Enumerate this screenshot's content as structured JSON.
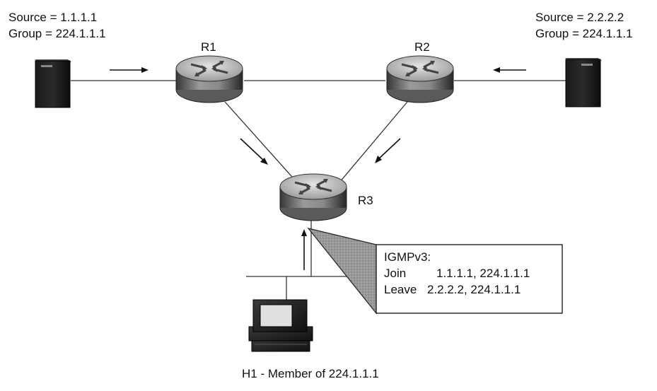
{
  "sources": {
    "left": {
      "source_line": "Source = 1.1.1.1",
      "group_line": "Group = 224.1.1.1"
    },
    "right": {
      "source_line": "Source = 2.2.2.2",
      "group_line": "Group = 224.1.1.1"
    }
  },
  "routers": {
    "r1": "R1",
    "r2": "R2",
    "r3": "R3"
  },
  "callout": {
    "title": "IGMPv3:",
    "join_keyword": "Join",
    "join_value": "1.1.1.1, 224.1.1.1",
    "leave_keyword": "Leave",
    "leave_value": "2.2.2.2, 224.1.1.1"
  },
  "host": {
    "caption": "H1 - Member of 224.1.1.1"
  }
}
